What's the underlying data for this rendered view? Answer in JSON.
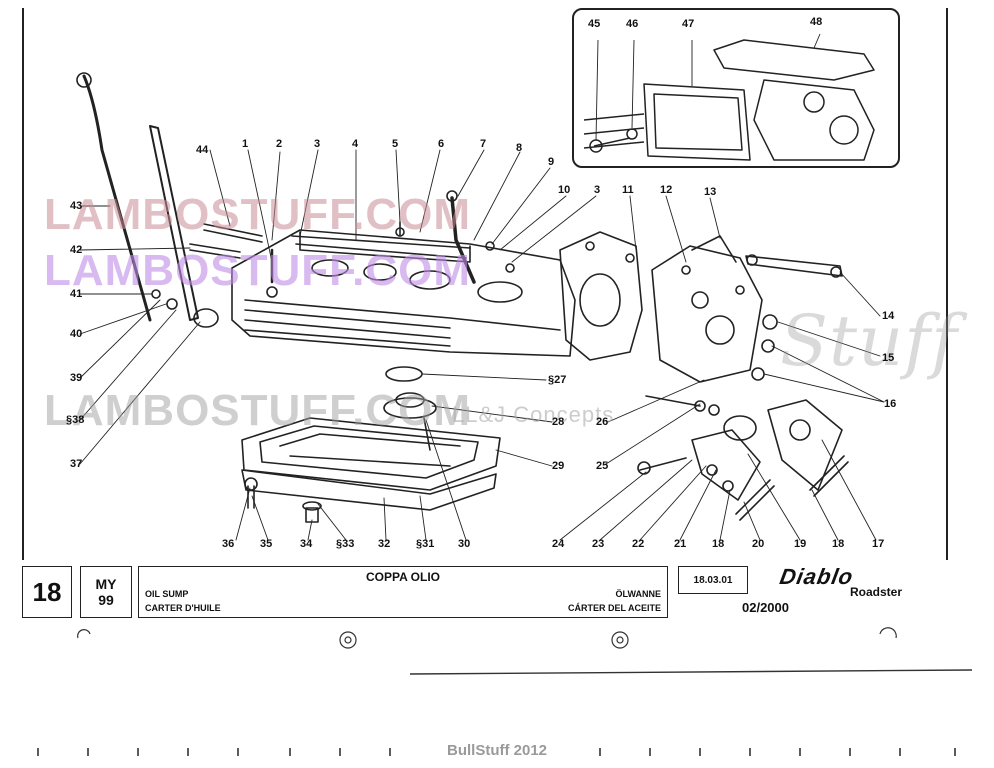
{
  "watermarks": {
    "line1": "LAMBOSTUFF.COM",
    "line2": "LAMBOSTUFF.COM",
    "line3": "LAMBOSTUFF.COM",
    "concepts": "LL&J Concepts",
    "script": "Stuff"
  },
  "callouts": [
    {
      "id": "c1",
      "text": "1"
    },
    {
      "id": "c2",
      "text": "2"
    },
    {
      "id": "c3",
      "text": "3"
    },
    {
      "id": "c4",
      "text": "4"
    },
    {
      "id": "c5",
      "text": "5"
    },
    {
      "id": "c6",
      "text": "6"
    },
    {
      "id": "c7",
      "text": "7"
    },
    {
      "id": "c8",
      "text": "8"
    },
    {
      "id": "c9",
      "text": "9"
    },
    {
      "id": "c10",
      "text": "10"
    },
    {
      "id": "c3b",
      "text": "3"
    },
    {
      "id": "c11",
      "text": "11"
    },
    {
      "id": "c12",
      "text": "12"
    },
    {
      "id": "c13",
      "text": "13"
    },
    {
      "id": "c14",
      "text": "14"
    },
    {
      "id": "c15",
      "text": "15"
    },
    {
      "id": "c16",
      "text": "16"
    },
    {
      "id": "c17",
      "text": "17"
    },
    {
      "id": "c18",
      "text": "18"
    },
    {
      "id": "c19",
      "text": "19"
    },
    {
      "id": "c20",
      "text": "20"
    },
    {
      "id": "c18b",
      "text": "18"
    },
    {
      "id": "c21",
      "text": "21"
    },
    {
      "id": "c22",
      "text": "22"
    },
    {
      "id": "c23",
      "text": "23"
    },
    {
      "id": "c24",
      "text": "24"
    },
    {
      "id": "c25",
      "text": "25"
    },
    {
      "id": "c26",
      "text": "26"
    },
    {
      "id": "c27",
      "text": "§27"
    },
    {
      "id": "c28",
      "text": "28"
    },
    {
      "id": "c29",
      "text": "29"
    },
    {
      "id": "c30",
      "text": "30"
    },
    {
      "id": "c31",
      "text": "§31"
    },
    {
      "id": "c32",
      "text": "32"
    },
    {
      "id": "c33",
      "text": "§33"
    },
    {
      "id": "c34",
      "text": "34"
    },
    {
      "id": "c35",
      "text": "35"
    },
    {
      "id": "c36",
      "text": "36"
    },
    {
      "id": "c37",
      "text": "37"
    },
    {
      "id": "c38",
      "text": "§38"
    },
    {
      "id": "c39",
      "text": "39"
    },
    {
      "id": "c40",
      "text": "40"
    },
    {
      "id": "c41",
      "text": "41"
    },
    {
      "id": "c42",
      "text": "42"
    },
    {
      "id": "c43",
      "text": "43"
    },
    {
      "id": "c44",
      "text": "44"
    },
    {
      "id": "c45",
      "text": "45"
    },
    {
      "id": "c46",
      "text": "46"
    },
    {
      "id": "c47",
      "text": "47"
    },
    {
      "id": "c48",
      "text": "48"
    }
  ],
  "title_block": {
    "page_number": "18",
    "my_label": "MY",
    "my_year": "99",
    "title_it": "COPPA OLIO",
    "title_en": "OIL SUMP",
    "title_fr": "CARTER D'HUILE",
    "title_de": "ÖLWANNE",
    "title_es": "CÁRTER DEL ACEITE",
    "code": "18.03.01",
    "brand": "Diablo",
    "model": "Roadster",
    "date": "02/2000"
  },
  "footer": "BullStuff 2012",
  "colors": {
    "ink": "#111111",
    "watermark_pink": "#c88c96",
    "watermark_purple": "#be8ce6",
    "footer_gray": "#9a9a9a"
  }
}
